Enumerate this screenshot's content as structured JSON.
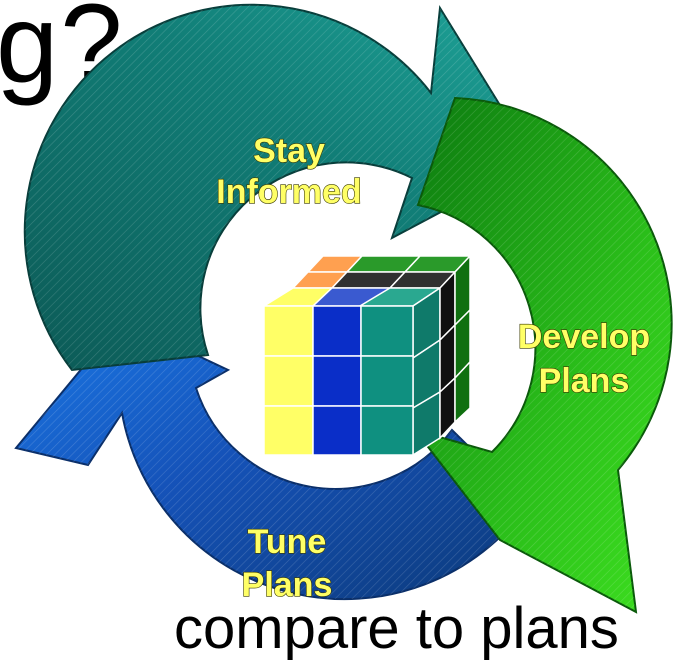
{
  "heading_fragment": "g?",
  "bottom_text_fragment": "compare to plans",
  "cycle": {
    "stages": [
      {
        "id": "stay",
        "line1": "Stay",
        "line2": "Informed",
        "color": "#0f6e6a"
      },
      {
        "id": "develop",
        "line1": "Develop",
        "line2": "Plans",
        "color": "#2fc41c"
      },
      {
        "id": "tune",
        "line1": "Tune",
        "line2": "Plans",
        "color": "#1a5fd0"
      }
    ]
  },
  "cube": {
    "front_colors": [
      "#ffff66",
      "#0a2ec8",
      "#0f9080"
    ],
    "top_colors": [
      "#ffa050",
      "#2a9a2a",
      "#2a9a2a",
      "#ffa050",
      "#303030",
      "#303030",
      "#ffff66",
      "#3a5ad0",
      "#2aa890"
    ]
  }
}
